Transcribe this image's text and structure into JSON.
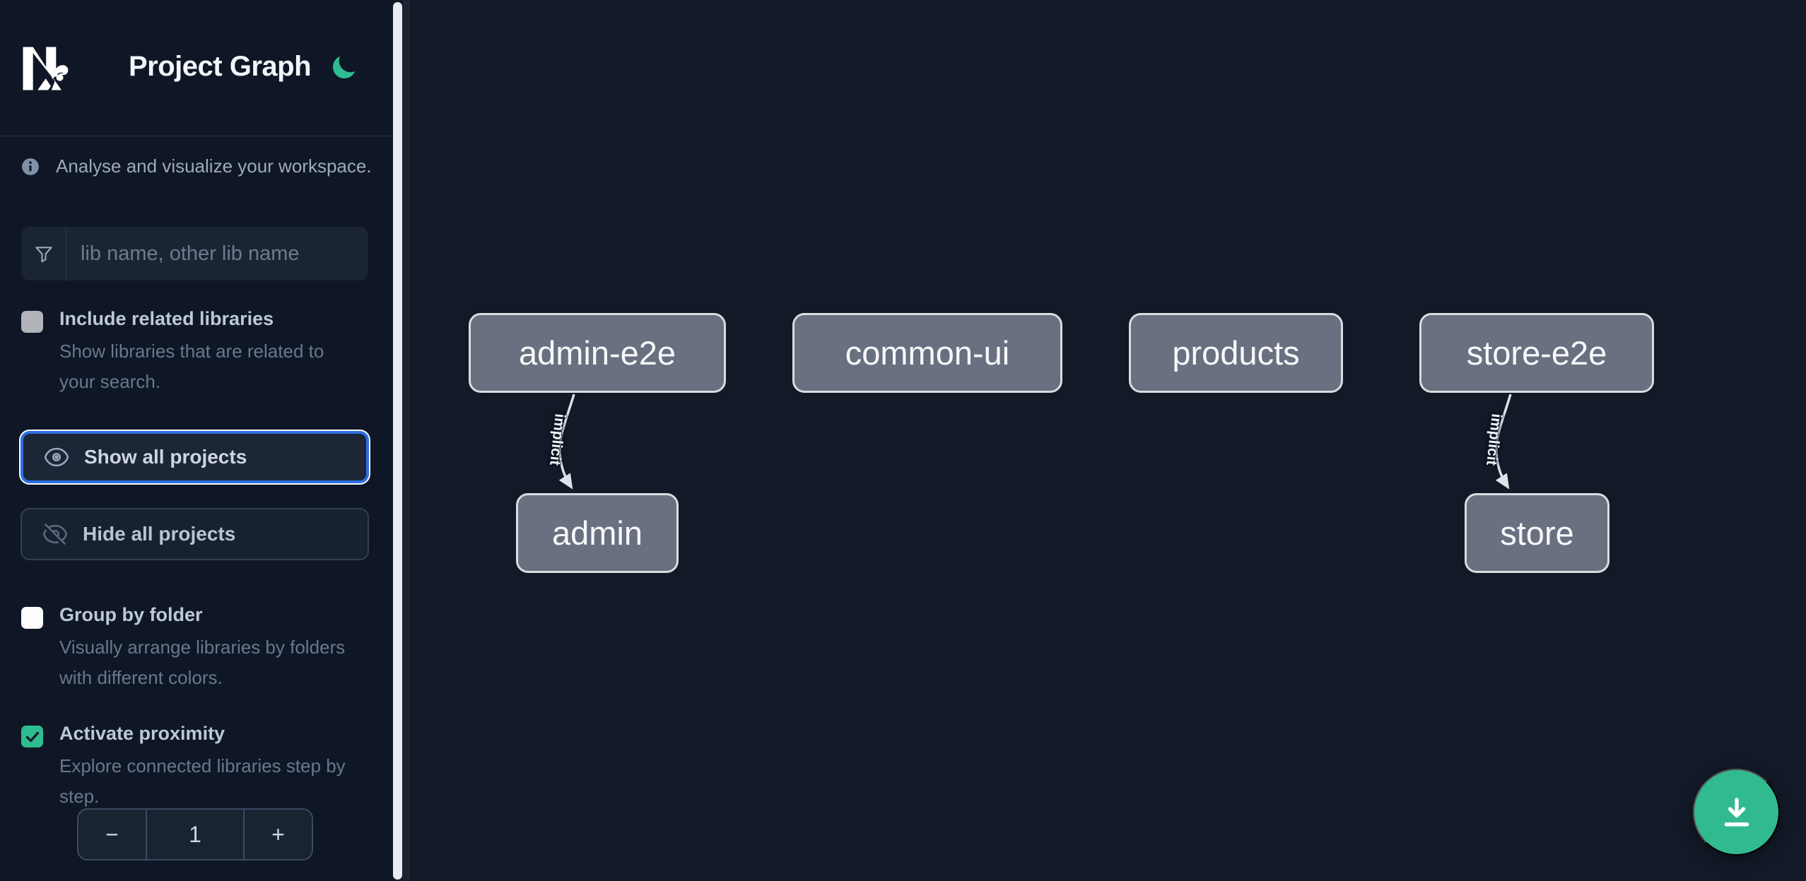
{
  "app": {
    "title": "Project Graph"
  },
  "info_banner": {
    "text": "Analyse and visualize your workspace."
  },
  "search": {
    "placeholder": "lib name, other lib name"
  },
  "options": {
    "include_related": {
      "label": "Include related libraries",
      "description": "Show libraries that are related to your search.",
      "checked": false,
      "disabled": true
    },
    "group_by_folder": {
      "label": "Group by folder",
      "description": "Visually arrange libraries by folders with different colors.",
      "checked": false
    },
    "activate_proximity": {
      "label": "Activate proximity",
      "description": "Explore connected libraries step by step.",
      "checked": true
    }
  },
  "buttons": {
    "show_all": "Show all projects",
    "hide_all": "Hide all projects"
  },
  "stepper": {
    "decrement": "−",
    "value": "1",
    "increment": "+"
  },
  "graph": {
    "nodes": [
      {
        "label": "admin-e2e"
      },
      {
        "label": "common-ui"
      },
      {
        "label": "products"
      },
      {
        "label": "store-e2e"
      },
      {
        "label": "admin"
      },
      {
        "label": "store"
      }
    ],
    "edges": [
      {
        "source": "admin-e2e",
        "target": "admin",
        "label": "implicit"
      },
      {
        "source": "store-e2e",
        "target": "store",
        "label": "implicit"
      }
    ]
  },
  "colors": {
    "accent_green": "#2ebd90",
    "focus_blue": "#2e6fe6",
    "node_fill": "#697180",
    "node_border": "#d9dce1",
    "sidebar_bg": "#0f1726",
    "canvas_bg": "#121927"
  }
}
